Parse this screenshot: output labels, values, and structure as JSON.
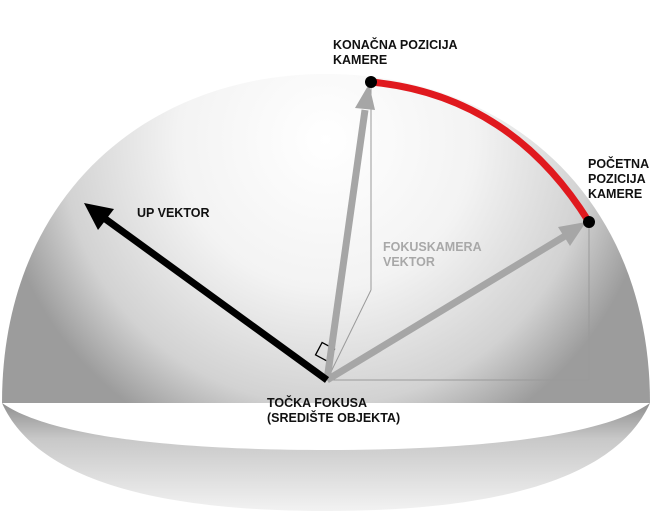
{
  "labels": {
    "final_position": [
      "KONAČNA POZICIJA",
      "KAMERE"
    ],
    "start_position": [
      "POČETNA",
      "POZICIJA",
      "KAMERE"
    ],
    "up_vector": "UP VEKTOR",
    "focus_camera_vector": [
      "FOKUSKAMERA",
      "VEKTOR"
    ],
    "focus_point": [
      "TOČKA FOKUSA",
      "(SREDIŠTE OBJEKTA)"
    ]
  },
  "colors": {
    "arc": "#e0191e",
    "up_vector": "#000000",
    "camera_vectors": "#a6a6a6",
    "construction_lines": "#9a9a9a",
    "grey_label": "#a8a8a8"
  }
}
